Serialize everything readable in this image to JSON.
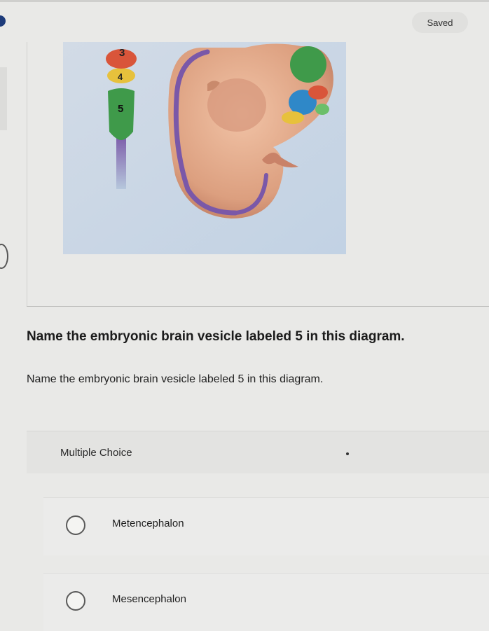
{
  "header": {
    "status": "Saved"
  },
  "figure": {
    "labels": [
      "3",
      "4",
      "5"
    ]
  },
  "question": {
    "title": "Name the embryonic brain vesicle labeled 5 in this diagram.",
    "prompt": "Name the embryonic brain vesicle labeled 5 in this diagram."
  },
  "answer_block": {
    "type_label": "Multiple Choice",
    "options": [
      {
        "label": "Metencephalon"
      },
      {
        "label": "Mesencephalon"
      }
    ]
  },
  "colors": {
    "page_bg": "#e9e9e7",
    "figure_bg": "#c8d6e6",
    "vesicle_3": "#d9553a",
    "vesicle_4": "#e7c13c",
    "vesicle_5": "#3f9a4a",
    "spinal": "#7a58a8",
    "embryo": "#e1a787"
  }
}
